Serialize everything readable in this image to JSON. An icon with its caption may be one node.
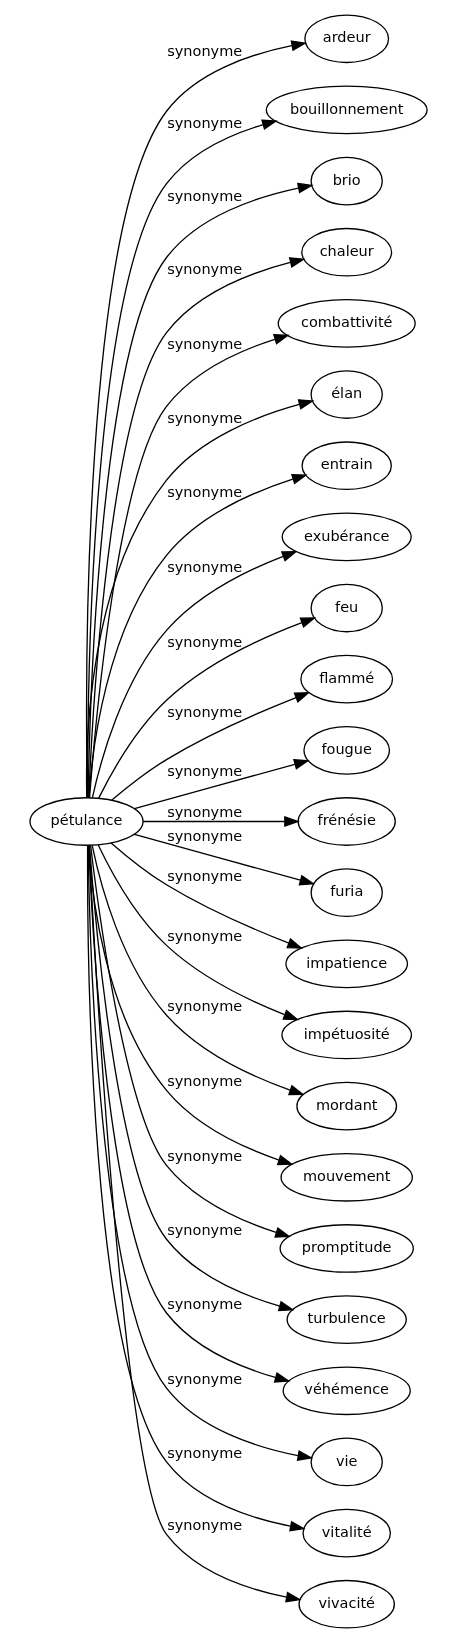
{
  "diagram": {
    "nodes": [
      {
        "text": [
          "pétulance"
        ]
      },
      {
        "text": [
          "ardeur"
        ]
      },
      {
        "text": [
          "bouillonnement"
        ]
      },
      {
        "text": [
          "brio"
        ]
      },
      {
        "text": [
          "chaleur"
        ]
      },
      {
        "text": [
          "combattivité"
        ]
      },
      {
        "text": [
          "élan"
        ]
      },
      {
        "text": [
          "entrain"
        ]
      },
      {
        "text": [
          "exubérance"
        ]
      },
      {
        "text": [
          "feu"
        ]
      },
      {
        "text": [
          "flammé"
        ]
      },
      {
        "text": [
          "fougue"
        ]
      },
      {
        "text": [
          "frénésie"
        ]
      },
      {
        "text": [
          "furia"
        ]
      },
      {
        "text": [
          "impatience"
        ]
      },
      {
        "text": [
          "impétuosité"
        ]
      },
      {
        "text": [
          "mordant"
        ]
      },
      {
        "text": [
          "mouvement"
        ]
      },
      {
        "text": [
          "promptitude"
        ]
      },
      {
        "text": [
          "turbulence"
        ]
      },
      {
        "text": [
          "véhémence"
        ]
      },
      {
        "text": [
          "vie"
        ]
      },
      {
        "text": [
          "vitalité"
        ]
      },
      {
        "text": [
          "vivacité"
        ]
      }
    ],
    "edges": [
      {
        "from": 0,
        "to": 1,
        "arrow": "to",
        "label": "synonyme"
      },
      {
        "from": 0,
        "to": 2,
        "arrow": "to",
        "label": "synonyme"
      },
      {
        "from": 0,
        "to": 3,
        "arrow": "to",
        "label": "synonyme"
      },
      {
        "from": 0,
        "to": 4,
        "arrow": "to",
        "label": "synonyme"
      },
      {
        "from": 0,
        "to": 5,
        "arrow": "to",
        "label": "synonyme"
      },
      {
        "from": 0,
        "to": 6,
        "arrow": "to",
        "label": "synonyme"
      },
      {
        "from": 0,
        "to": 7,
        "arrow": "to",
        "label": "synonyme"
      },
      {
        "from": 0,
        "to": 8,
        "arrow": "to",
        "label": "synonyme"
      },
      {
        "from": 0,
        "to": 9,
        "arrow": "to",
        "label": "synonyme"
      },
      {
        "from": 0,
        "to": 10,
        "arrow": "to",
        "label": "synonyme"
      },
      {
        "from": 0,
        "to": 11,
        "arrow": "to",
        "label": "synonyme"
      },
      {
        "from": 0,
        "to": 12,
        "arrow": "to",
        "label": "synonyme"
      },
      {
        "from": 0,
        "to": 13,
        "arrow": "to",
        "label": "synonyme"
      },
      {
        "from": 0,
        "to": 14,
        "arrow": "to",
        "label": "synonyme"
      },
      {
        "from": 0,
        "to": 15,
        "arrow": "to",
        "label": "synonyme"
      },
      {
        "from": 0,
        "to": 16,
        "arrow": "to",
        "label": "synonyme"
      },
      {
        "from": 0,
        "to": 17,
        "arrow": "to",
        "label": "synonyme"
      },
      {
        "from": 0,
        "to": 18,
        "arrow": "to",
        "label": "synonyme"
      },
      {
        "from": 0,
        "to": 19,
        "arrow": "to",
        "label": "synonyme"
      },
      {
        "from": 0,
        "to": 20,
        "arrow": "to",
        "label": "synonyme"
      },
      {
        "from": 0,
        "to": 21,
        "arrow": "to",
        "label": "synonyme"
      },
      {
        "from": 0,
        "to": 22,
        "arrow": "to",
        "label": "synonyme"
      },
      {
        "from": 0,
        "to": 23,
        "arrow": "to",
        "label": "synonyme"
      }
    ]
  }
}
